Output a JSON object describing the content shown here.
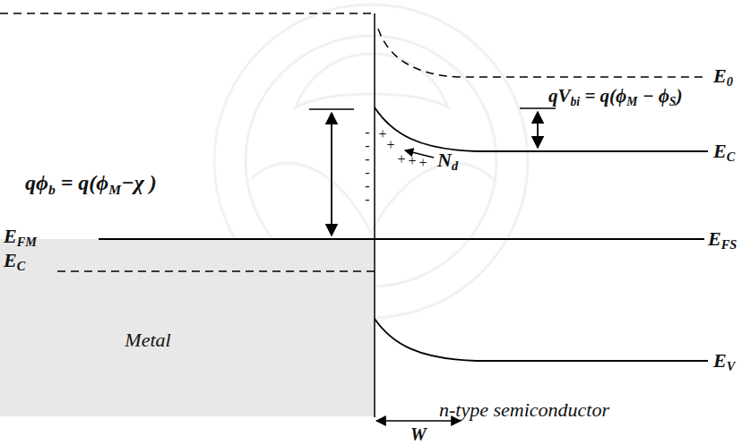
{
  "diagram": {
    "labels": [
      "qϕb = q(ϕM−χ )",
      "qVbi = q(ϕM − ϕS)",
      "E0",
      "EC",
      "EFM",
      "EFS",
      "EC",
      "Nd",
      "Metal",
      "n-type semiconductor",
      "EV",
      "W",
      "-",
      "-",
      "-",
      "-",
      "-",
      "-",
      "+",
      "+",
      "+",
      "+",
      "+"
    ]
  }
}
